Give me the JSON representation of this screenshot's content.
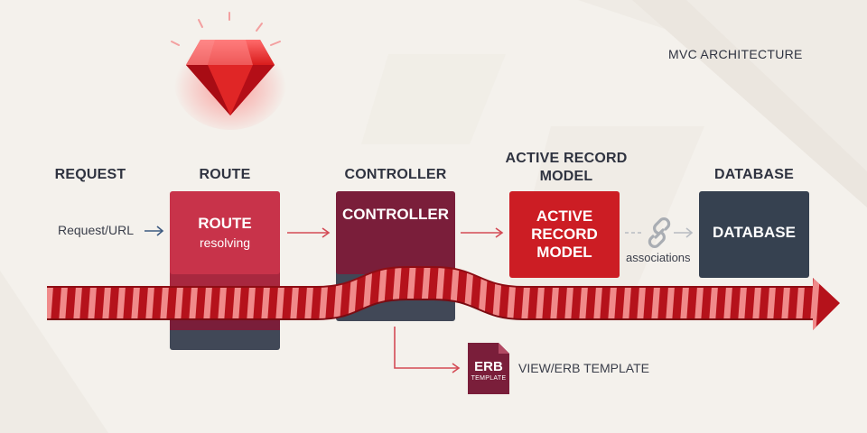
{
  "header": {
    "title": "MVC ARCHITECTURE"
  },
  "columns": {
    "request": "REQUEST",
    "route": "ROUTE",
    "controller": "CONTROLLER",
    "model_line1": "ACTIVE RECORD",
    "model_line2": "MODEL",
    "database": "DATABASE"
  },
  "request_input": {
    "label": "Request/URL"
  },
  "route_box": {
    "title": "ROUTE",
    "subtitle": "resolving"
  },
  "controller_box": {
    "title": "CONTROLLER"
  },
  "model_box": {
    "line1": "ACTIVE",
    "line2": "RECORD",
    "line3": "MODEL"
  },
  "associations": {
    "label": "associations"
  },
  "database_box": {
    "title": "DATABASE"
  },
  "view": {
    "icon_text": "ERB",
    "icon_subtext": "TEMPLATE",
    "label": "VIEW/ERB TEMPLATE"
  },
  "colors": {
    "route": "#c8334a",
    "controller": "#7a1e3a",
    "model": "#cc1d24",
    "database": "#364150",
    "pipeline": "#b5121b",
    "pipeline_stripe": "#f08a8a",
    "arrow": "#d34a55"
  }
}
